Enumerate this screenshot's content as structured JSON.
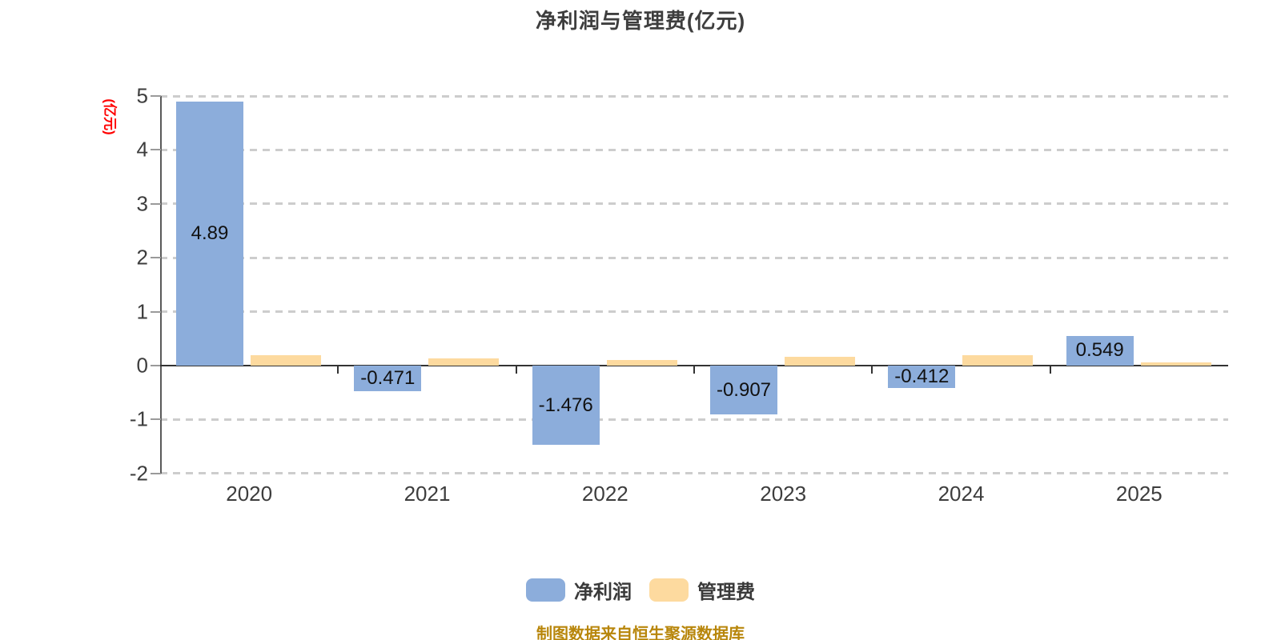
{
  "title": {
    "text": "净利润与管理费(亿元)"
  },
  "chart_data": {
    "type": "bar",
    "title": "净利润与管理费(亿元)",
    "ylabel": "(亿元)",
    "ylabel_color": "#ff0000",
    "categories": [
      "2020",
      "2021",
      "2022",
      "2023",
      "2024",
      "2025"
    ],
    "series": [
      {
        "name": "净利润",
        "color": "#8caddb",
        "values": [
          4.89,
          -0.471,
          -1.476,
          -0.907,
          -0.412,
          0.549
        ],
        "labels": [
          "4.89",
          "-0.471",
          "-1.476",
          "-0.907",
          "-0.412",
          "0.549"
        ]
      },
      {
        "name": "管理费",
        "color": "#fdda9f",
        "values": [
          0.19,
          0.13,
          0.11,
          0.16,
          0.2,
          0.06
        ],
        "labels": [
          null,
          null,
          null,
          null,
          null,
          null
        ]
      }
    ],
    "ylim": [
      -2,
      5
    ],
    "yticks": [
      5,
      4,
      3,
      2,
      1,
      0,
      -1,
      -2
    ],
    "grid": "horizontal dashed",
    "gridline_color": "#cdcdcd",
    "legend_position": "bottom"
  },
  "footer": {
    "text": "制图数据来自恒生聚源数据库",
    "color": "#b8860b"
  }
}
